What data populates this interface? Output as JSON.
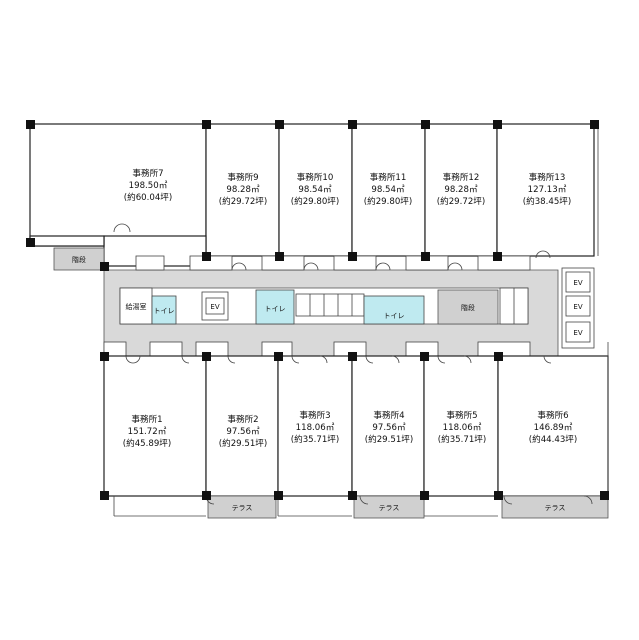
{
  "offices": [
    {
      "name": "事務所7",
      "area": "198.50㎡",
      "tsubo": "(約60.04坪)"
    },
    {
      "name": "事務所9",
      "area": "98.28㎡",
      "tsubo": "(約29.72坪)"
    },
    {
      "name": "事務所10",
      "area": "98.54㎡",
      "tsubo": "(約29.80坪)"
    },
    {
      "name": "事務所11",
      "area": "98.54㎡",
      "tsubo": "(約29.80坪)"
    },
    {
      "name": "事務所12",
      "area": "98.28㎡",
      "tsubo": "(約29.72坪)"
    },
    {
      "name": "事務所13",
      "area": "127.13㎡",
      "tsubo": "(約38.45坪)"
    },
    {
      "name": "事務所1",
      "area": "151.72㎡",
      "tsubo": "(約45.89坪)"
    },
    {
      "name": "事務所2",
      "area": "97.56㎡",
      "tsubo": "(約29.51坪)"
    },
    {
      "name": "事務所3",
      "area": "118.06㎡",
      "tsubo": "(約35.71坪)"
    },
    {
      "name": "事務所4",
      "area": "97.56㎡",
      "tsubo": "(約29.51坪)"
    },
    {
      "name": "事務所5",
      "area": "118.06㎡",
      "tsubo": "(約35.71坪)"
    },
    {
      "name": "事務所6",
      "area": "146.89㎡",
      "tsubo": "(約44.43坪)"
    }
  ],
  "core": {
    "stairs_left": "階段",
    "stairs_center": "階段",
    "kitchenette": "給湯室",
    "toilet_left": "トイレ",
    "toilet_center": "トイレ",
    "toilet_right": "トイレ",
    "ev_left": "EV",
    "ev_1": "EV",
    "ev_2": "EV",
    "ev_3": "EV"
  },
  "terraces": [
    "テラス",
    "テラス",
    "テラス"
  ]
}
